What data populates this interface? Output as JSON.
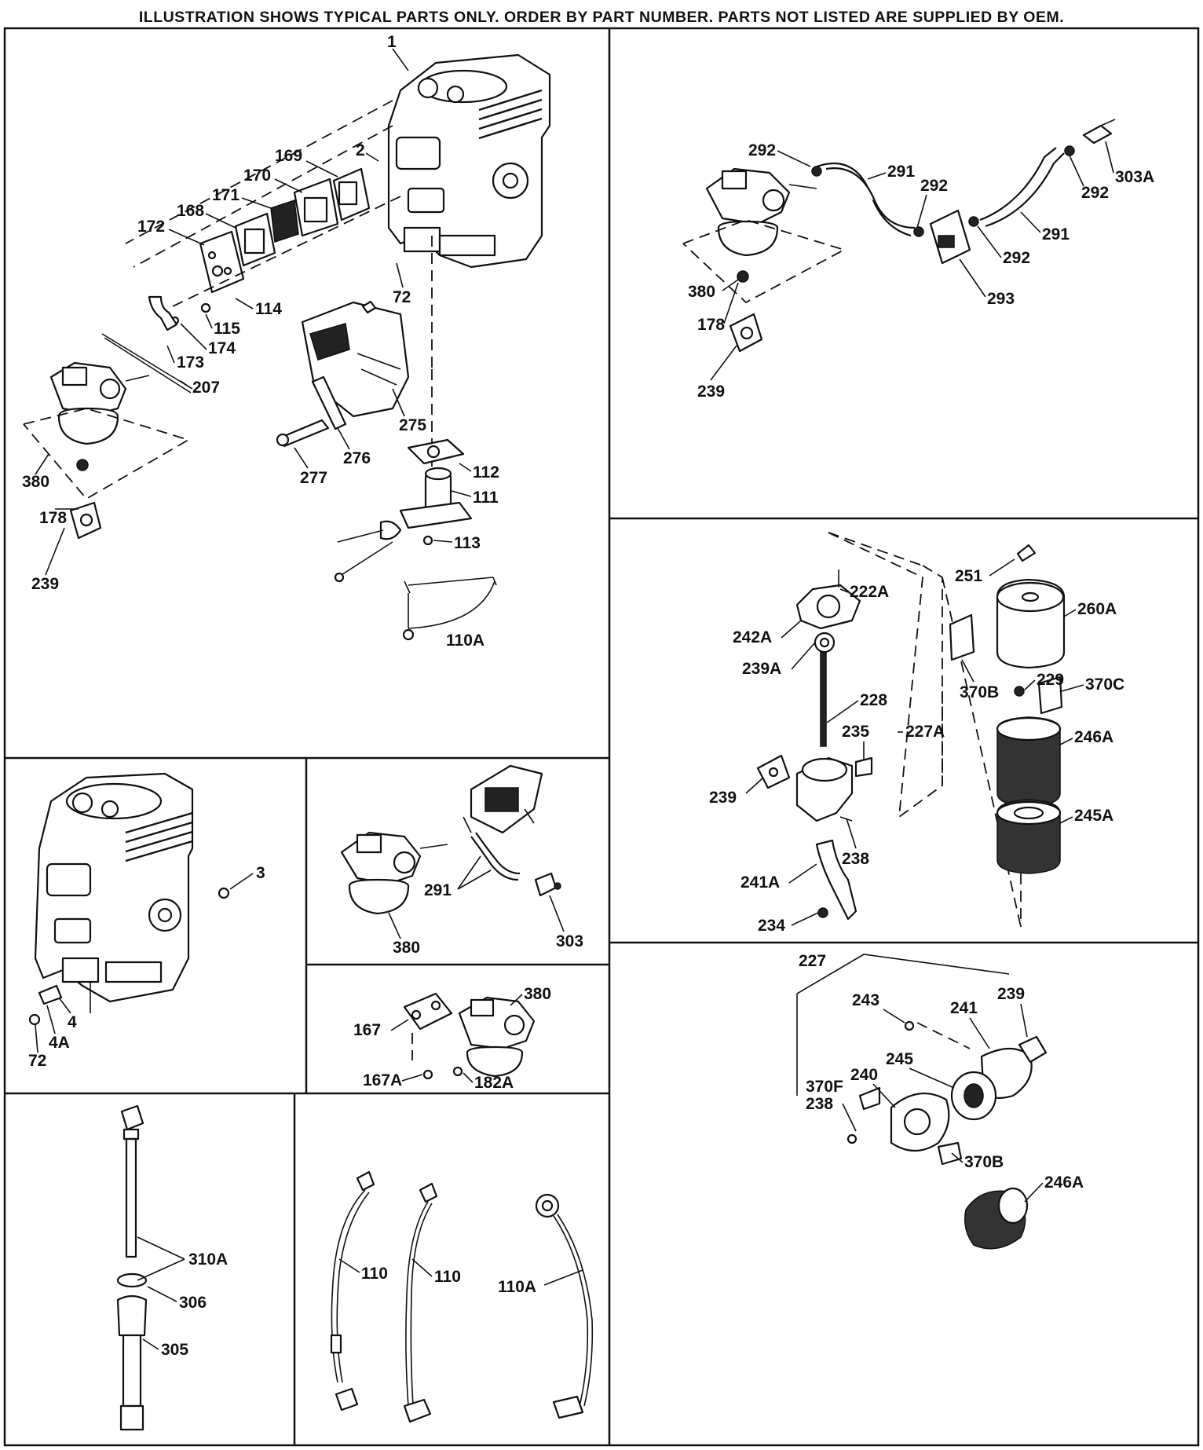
{
  "header": "ILLUSTRATION SHOWS TYPICAL PARTS ONLY. ORDER BY PART NUMBER. PARTS NOT LISTED ARE SUPPLIED BY OEM.",
  "parts": {
    "p1": "1",
    "p2": "2",
    "p3": "3",
    "p4": "4",
    "p4A": "4A",
    "p72": "72",
    "p110": "110",
    "p110A": "110A",
    "p111": "111",
    "p112": "112",
    "p113": "113",
    "p114": "114",
    "p115": "115",
    "p167": "167",
    "p167A": "167A",
    "p168": "168",
    "p169": "169",
    "p170": "170",
    "p171": "171",
    "p172": "172",
    "p173": "173",
    "p174": "174",
    "p178": "178",
    "p182A": "182A",
    "p207": "207",
    "p222A": "222A",
    "p227": "227",
    "p227A": "227A",
    "p228": "228",
    "p229": "229",
    "p234": "234",
    "p235": "235",
    "p238": "238",
    "p239": "239",
    "p239A": "239A",
    "p240": "240",
    "p241": "241",
    "p241A": "241A",
    "p242A": "242A",
    "p243": "243",
    "p245": "245",
    "p245A": "245A",
    "p246A": "246A",
    "p251": "251",
    "p260A": "260A",
    "p275": "275",
    "p276": "276",
    "p277": "277",
    "p291": "291",
    "p292": "292",
    "p293": "293",
    "p303": "303",
    "p303A": "303A",
    "p305": "305",
    "p306": "306",
    "p310A": "310A",
    "p370B": "370B",
    "p370C": "370C",
    "p370F": "370F",
    "p380": "380"
  }
}
